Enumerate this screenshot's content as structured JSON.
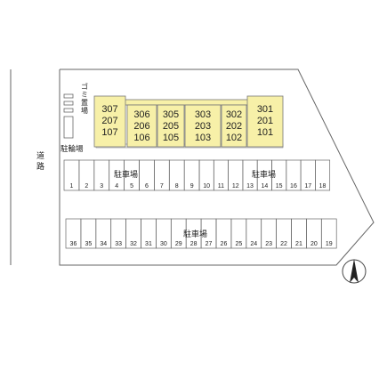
{
  "road_label": "道路",
  "bike_parking_label": "駐輪場",
  "garbage_label": "ゴミ置場",
  "parking_label": "駐車場",
  "buildings": [
    {
      "rooms": [
        "307",
        "207",
        "107"
      ]
    },
    {
      "rooms": [
        "306",
        "206",
        "106"
      ]
    },
    {
      "rooms": [
        "305",
        "205",
        "105"
      ]
    },
    {
      "rooms": [
        "303",
        "203",
        "103"
      ]
    },
    {
      "rooms": [
        "302",
        "202",
        "102"
      ]
    },
    {
      "rooms": [
        "301",
        "201",
        "101"
      ]
    }
  ],
  "parking_top_numbers": [
    "1",
    "2",
    "3",
    "4",
    "5",
    "6",
    "7",
    "8",
    "9",
    "10",
    "11",
    "12",
    "13",
    "14",
    "15",
    "16",
    "17",
    "18"
  ],
  "parking_bottom_numbers": [
    "36",
    "35",
    "34",
    "33",
    "32",
    "31",
    "30",
    "29",
    "28",
    "27",
    "26",
    "25",
    "24",
    "23",
    "22",
    "21",
    "20",
    "19"
  ],
  "colors": {
    "building_fill": "#f7f0a8",
    "line": "#555555",
    "text": "#222222"
  },
  "north_icon": "north-arrow-icon"
}
